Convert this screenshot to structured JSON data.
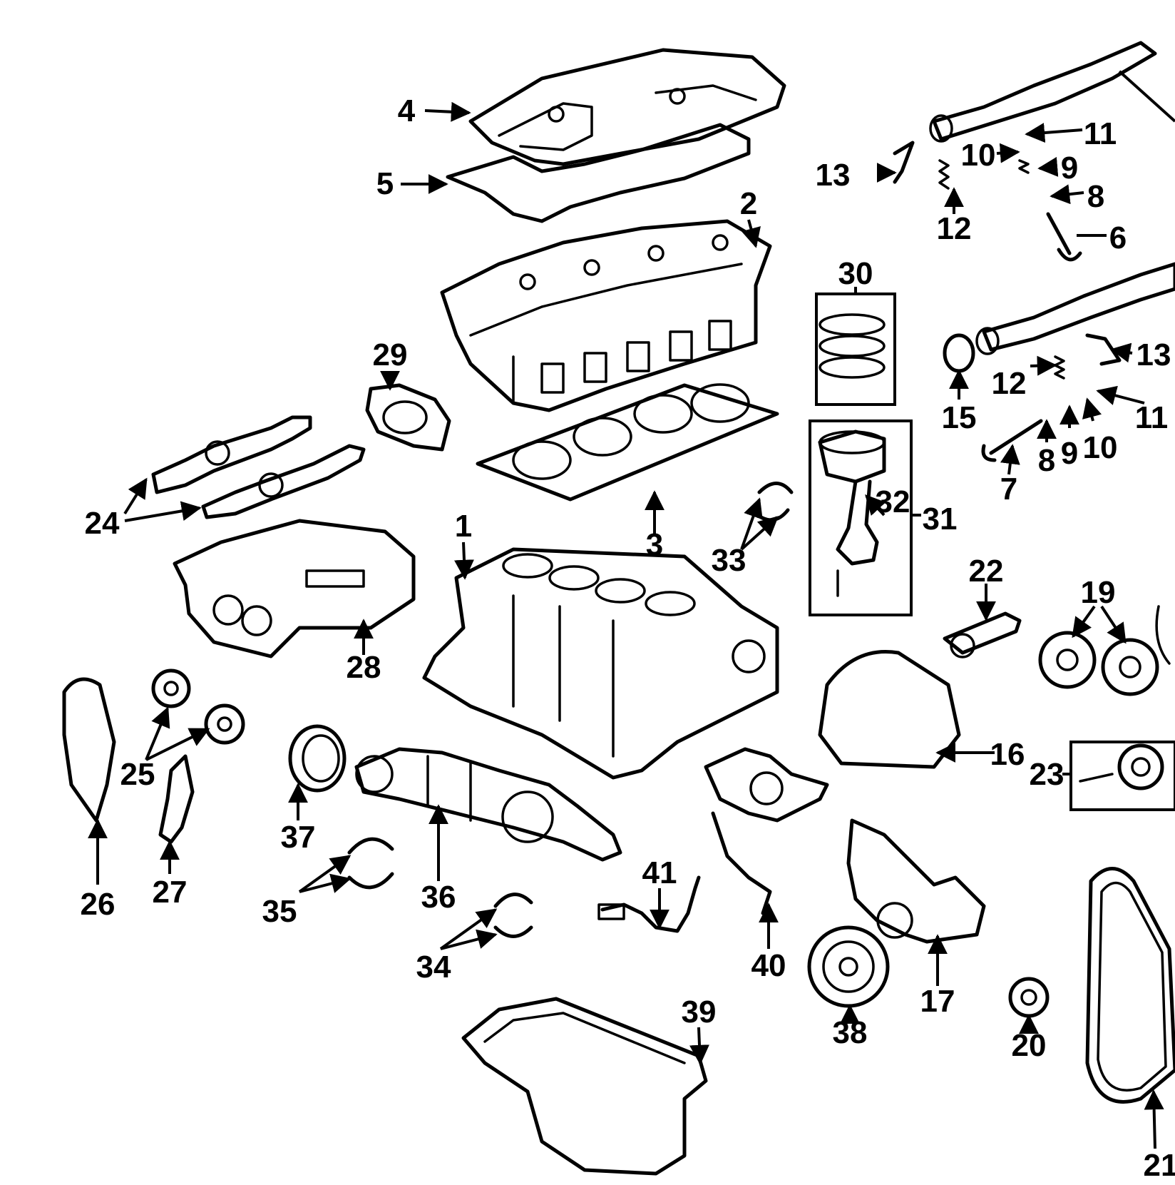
{
  "diagram": {
    "labels": {
      "l1": "1",
      "l2": "2",
      "l3": "3",
      "l4": "4",
      "l5": "5",
      "l6": "6",
      "l7": "7",
      "l8a": "8",
      "l8b": "8",
      "l9a": "9",
      "l9b": "9",
      "l10a": "10",
      "l10b": "10",
      "l11a": "11",
      "l11b": "11",
      "l12a": "12",
      "l12b": "12",
      "l13a": "13",
      "l13b": "13",
      "l15": "15",
      "l16": "16",
      "l17": "17",
      "l19": "19",
      "l20": "20",
      "l21": "21",
      "l22": "22",
      "l23": "23",
      "l24": "24",
      "l25": "25",
      "l26": "26",
      "l27": "27",
      "l28": "28",
      "l29": "29",
      "l30": "30",
      "l31": "31",
      "l32": "32",
      "l33": "33",
      "l34": "34",
      "l35": "35",
      "l36": "36",
      "l37": "37",
      "l38": "38",
      "l39": "39",
      "l40": "40",
      "l41": "41"
    }
  }
}
